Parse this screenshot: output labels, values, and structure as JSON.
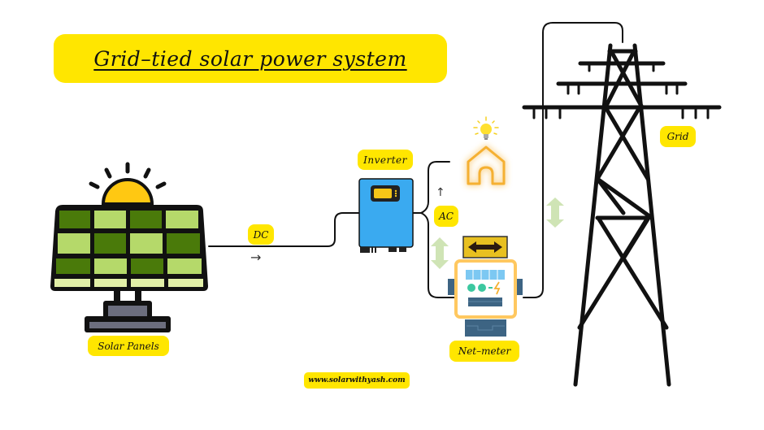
{
  "title": "Grid–tied  solar power system",
  "labels": {
    "solar_panels": "Solar Panels",
    "dc": "DC",
    "inverter": "Inverter",
    "ac": "AC",
    "net_meter": "Net–meter",
    "grid": "Grid",
    "website": "www.solarwithyash.com"
  },
  "flow_arrows": {
    "dc_direction": "→",
    "ac_to_home": "↑"
  },
  "icons": {
    "sun": "sun-icon",
    "solar_panel": "solar-panel-icon",
    "inverter": "inverter-icon",
    "home": "home-icon",
    "light_bulb": "light-bulb-icon",
    "net_meter": "net-meter-icon",
    "bidirectional_arrow": "double-arrow-icon",
    "transmission_tower": "transmission-tower-icon"
  },
  "colors": {
    "label_bg": "#ffe600",
    "panel_dark": "#4a7a0a",
    "panel_light": "#b5d96a",
    "panel_pale": "#e2f0a8",
    "sun": "#ffc812",
    "inverter": "#3aaaf0",
    "inverter_display": "#f5c518",
    "home_glow": "#f5b030",
    "meter_frame": "#ffc860",
    "meter_body": "#3d6483",
    "meter_screen": "#7cc8f2",
    "meter_dot": "#3cc8a0",
    "exchange_arrow_bg": "#e8c020",
    "flow_arrow": "#cfe4b5"
  }
}
